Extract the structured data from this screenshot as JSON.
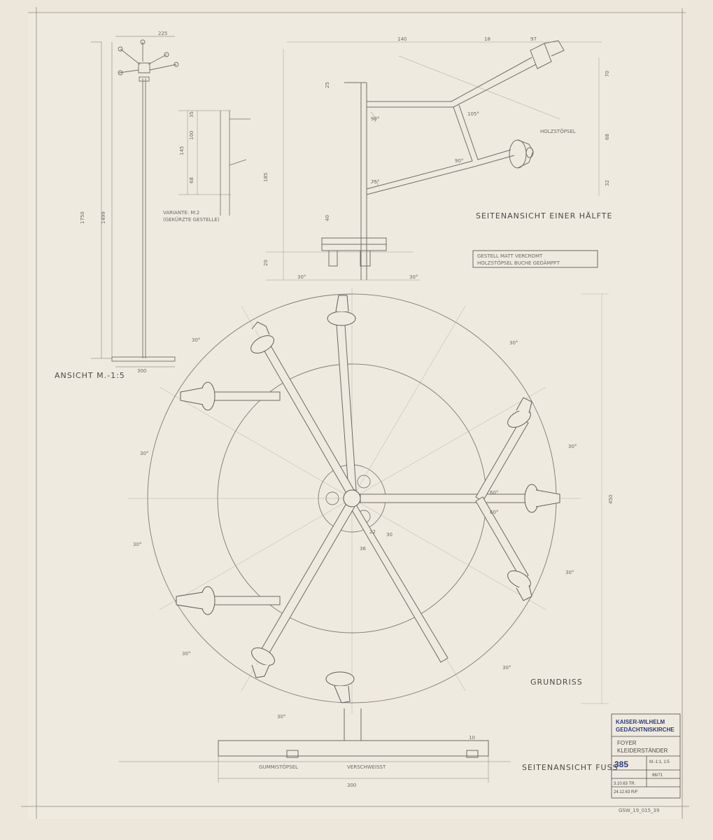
{
  "labels": {
    "ansicht": "ANSICHT M.-1:5",
    "seitenansicht_haelfte": "SEITENANSICHT EINER HÄLFTE",
    "holzstoepsel": "HOLZSTÖPSEL",
    "material_line1": "GESTELL MATT VERCROMT",
    "material_line2": "HOLZSTÖPSEL BUCHE GEDÄMPFT",
    "grundriss": "GRUNDRISS",
    "seitenansicht_fuss": "SEITENANSICHT FUSS",
    "gummistoepsel": "GUMMISTÖPSEL",
    "verschweisst": "VERSCHWEISST",
    "variante": "VARIANTE: M:2",
    "variante_sub": "(GEKÜRZTE GESTELLE)"
  },
  "dimensions": {
    "d225": "225",
    "d1750": "1750",
    "d1499": "1499",
    "d300": "300",
    "d300b": "300",
    "d140": "140",
    "d18": "18",
    "d97": "97",
    "d70": "70",
    "d68": "68",
    "d32": "32",
    "d450": "450",
    "d25": "25",
    "d40": "40",
    "d20": "20",
    "d185": "185",
    "d145": "145",
    "d100": "100",
    "d68b": "68",
    "d35": "35",
    "d22": "22",
    "d30": "30",
    "d36": "36",
    "d10": "10",
    "a30": "30°",
    "a60": "60°",
    "a90": "90°",
    "a105": "105°",
    "a75": "75°"
  },
  "title_block": {
    "client_line1": "KAISER-WILHELM",
    "client_line2": "GEDÄCHTNISKIRCHE",
    "subject_line1": "FOYER",
    "subject_line2": "KLEIDERSTÄNDER",
    "sheet_number": "385",
    "scale": "M.-1:1, 1:5",
    "drawing_ref": "86/71",
    "date1": "3.10.63 TR.",
    "date2": "24.12.63 R/F"
  },
  "archive_number": "GSW_19_015_39",
  "colors": {
    "paper": "#ece7da",
    "pencil": "#7a7a78",
    "stamp_ink": "#2f3a7a"
  }
}
